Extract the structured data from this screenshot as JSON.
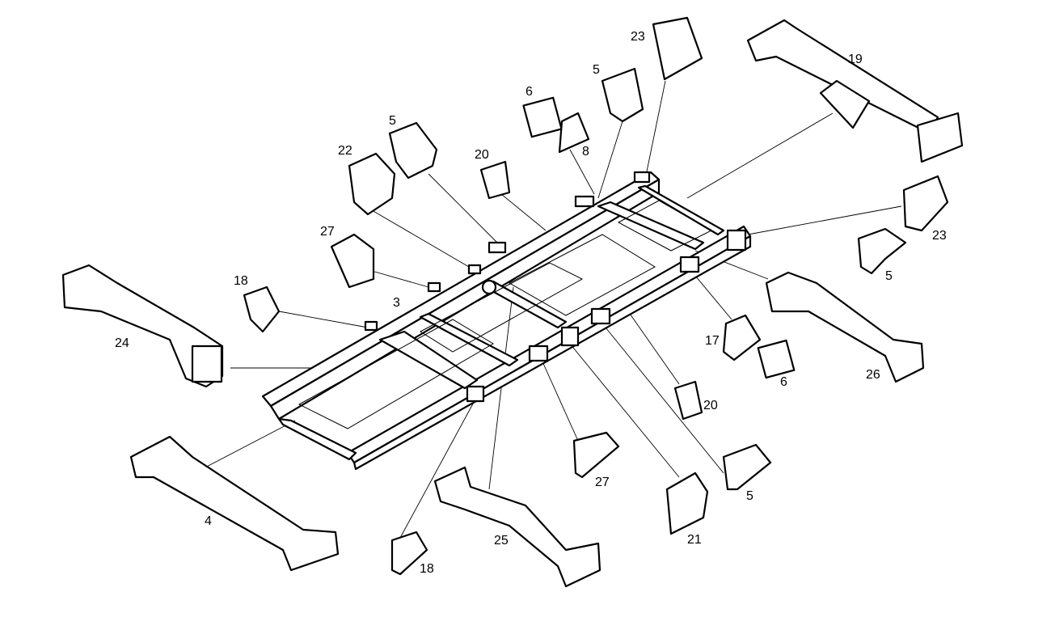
{
  "diagram": {
    "type": "exploded parts diagram",
    "line_color": "#000000",
    "background": "#ffffff",
    "callouts": [
      "23",
      "19",
      "5",
      "6",
      "8",
      "5",
      "20",
      "22",
      "27",
      "18",
      "3",
      "24",
      "23",
      "5",
      "17",
      "6",
      "26",
      "20",
      "27",
      "5",
      "21",
      "25",
      "4",
      "18"
    ]
  }
}
